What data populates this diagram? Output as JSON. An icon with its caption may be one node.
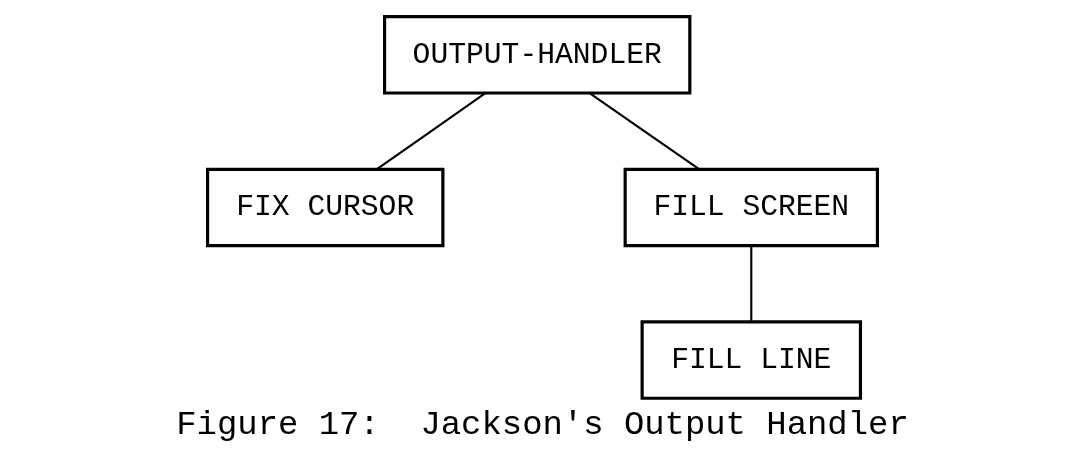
{
  "diagram": {
    "caption": "Figure 17:  Jackson's Output Handler",
    "nodes": [
      {
        "text": [
          "OUTPUT-HANDLER"
        ]
      },
      {
        "text": [
          "FIX CURSOR"
        ]
      },
      {
        "text": [
          "FILL SCREEN"
        ]
      },
      {
        "text": [
          "FILL LINE"
        ]
      }
    ],
    "edges": [
      {
        "from": 0,
        "to": 1,
        "arrow": "none"
      },
      {
        "from": 0,
        "to": 2,
        "arrow": "none"
      },
      {
        "from": 2,
        "to": 3,
        "arrow": "none"
      }
    ]
  }
}
